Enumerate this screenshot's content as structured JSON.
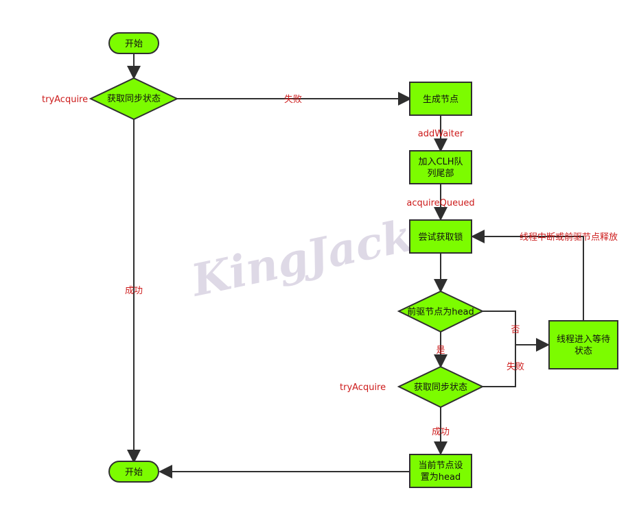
{
  "colors": {
    "node_fill": "#7cfc00",
    "node_stroke": "#2f2f2f",
    "edge": "#2f2f2f",
    "label": "#cc1a1a",
    "watermark": "#d9d3e2"
  },
  "watermark": "KingJack",
  "nodes": {
    "start": "开始",
    "try_acquire_1": "获取同步状态",
    "generate_node": "生成节点",
    "add_queue": [
      "加入CLH队",
      "列尾部"
    ],
    "try_lock": "尝试获取锁",
    "pred_is_head": "前驱节点为head",
    "wait_state": [
      "线程进入等待",
      "状态"
    ],
    "try_acquire_2": "获取同步状态",
    "set_head": [
      "当前节点设",
      "置为head"
    ],
    "end": "开始"
  },
  "edge_labels": {
    "try_acquire_left": "tryAcquire",
    "fail_top": "失败",
    "add_waiter": "addWaiter",
    "acquire_queued": "acquireQueued",
    "success_left": "成功",
    "interrupt_or_release": "线程中断或前驱节点释放",
    "no": "否",
    "yes": "是",
    "fail_right": "失败",
    "try_acquire_bottom": "tryAcquire",
    "success_bottom": "成功"
  }
}
